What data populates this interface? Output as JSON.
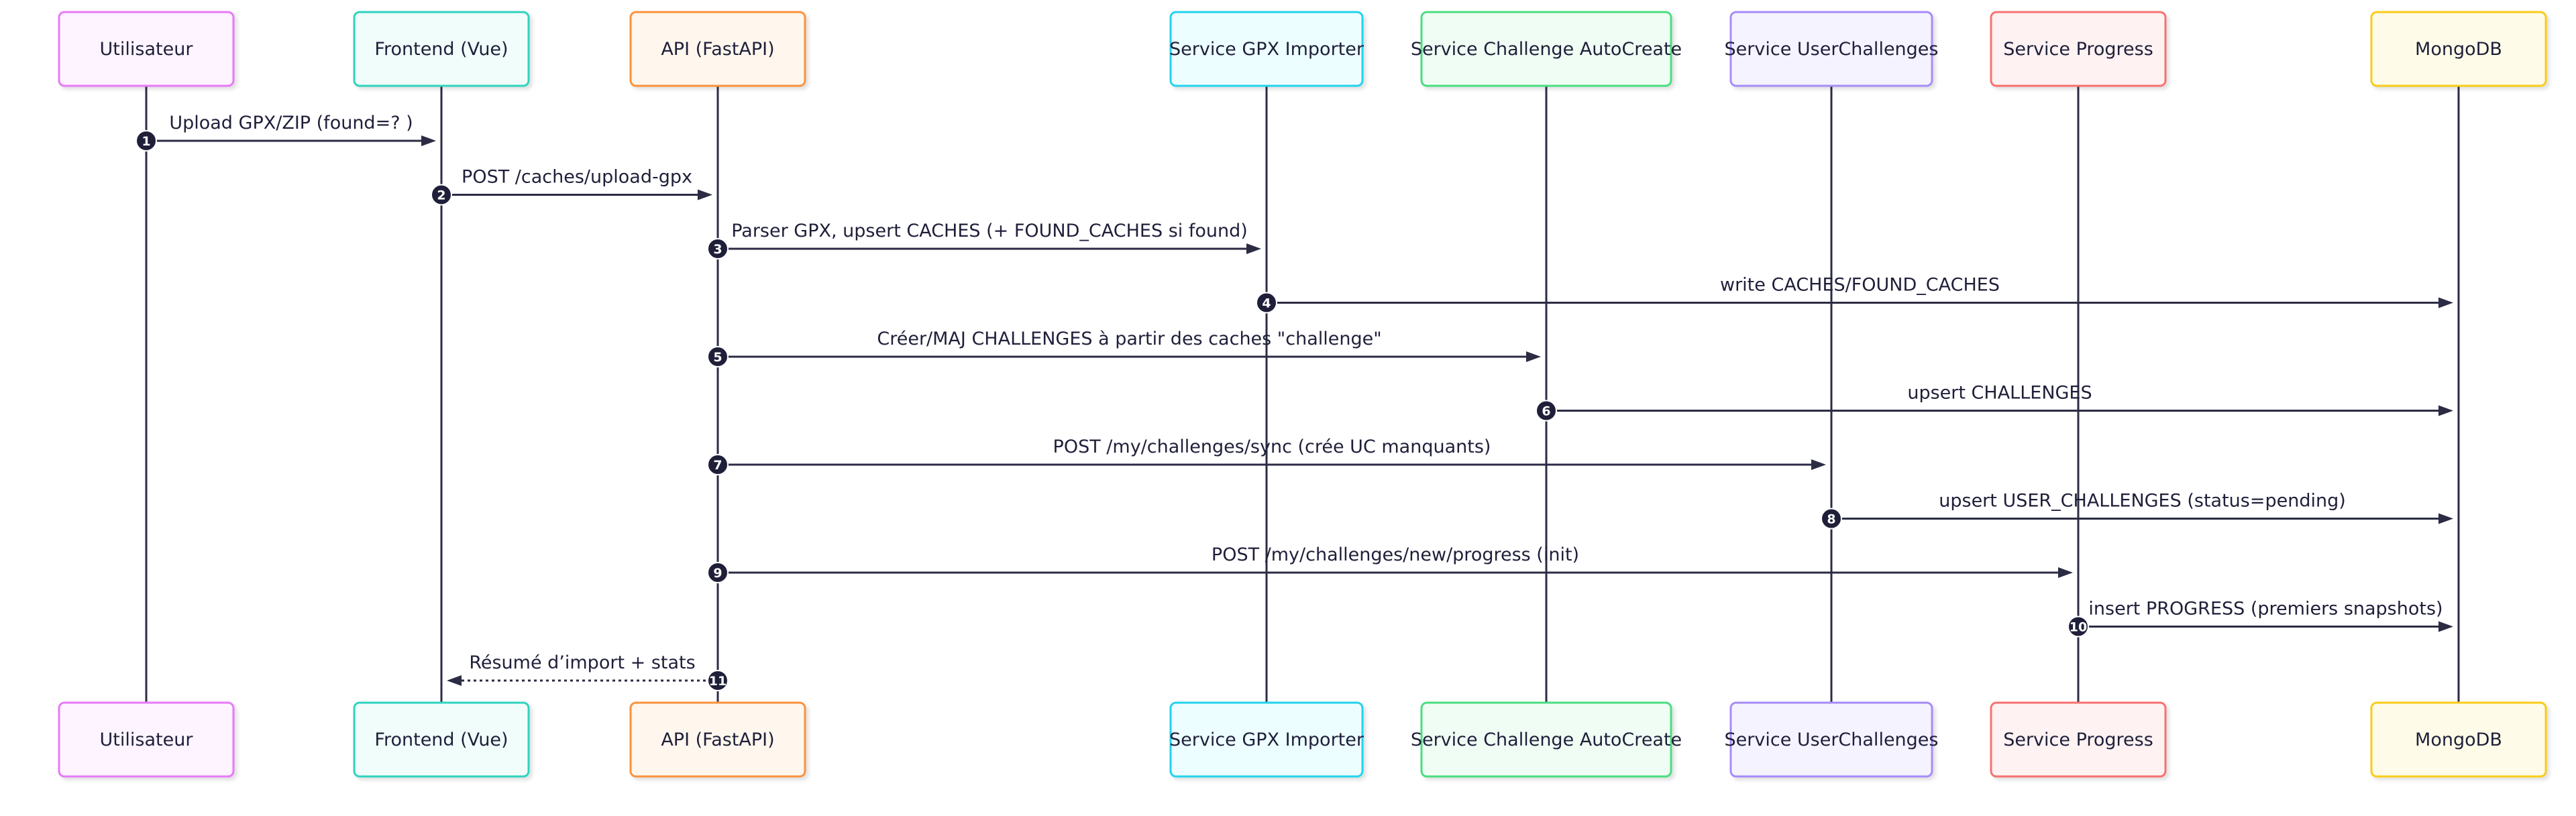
{
  "diagram": {
    "participants": [
      {
        "id": "user",
        "label": "Utilisateur",
        "border": "#e879f9",
        "fill": "#fdf4ff"
      },
      {
        "id": "frontend",
        "label": "Frontend (Vue)",
        "border": "#2dd4bf",
        "fill": "#f0fdfa"
      },
      {
        "id": "api",
        "label": "API (FastAPI)",
        "border": "#fb923c",
        "fill": "#fff7ed"
      },
      {
        "id": "gpx",
        "label": "Service GPX Importer",
        "border": "#22d3ee",
        "fill": "#ecfeff"
      },
      {
        "id": "autocreate",
        "label": "Service Challenge AutoCreate",
        "border": "#4ade80",
        "fill": "#f0fdf4"
      },
      {
        "id": "userchallenges",
        "label": "Service UserChallenges",
        "border": "#a78bfa",
        "fill": "#f5f3ff"
      },
      {
        "id": "progress",
        "label": "Service Progress",
        "border": "#f87171",
        "fill": "#fef2f2"
      },
      {
        "id": "mongodb",
        "label": "MongoDB",
        "border": "#facc15",
        "fill": "#fefce8"
      }
    ],
    "messages": [
      {
        "number": "1",
        "from": "user",
        "to": "frontend",
        "label": "Upload GPX/ZIP (found=? )",
        "style": "solid"
      },
      {
        "number": "2",
        "from": "frontend",
        "to": "api",
        "label": "POST /caches/upload-gpx",
        "style": "solid"
      },
      {
        "number": "3",
        "from": "api",
        "to": "gpx",
        "label": "Parser GPX, upsert CACHES (+ FOUND_CACHES si found)",
        "style": "solid"
      },
      {
        "number": "4",
        "from": "gpx",
        "to": "mongodb",
        "label": "write CACHES/FOUND_CACHES",
        "style": "solid"
      },
      {
        "number": "5",
        "from": "api",
        "to": "autocreate",
        "label": "Créer/MAJ CHALLENGES à partir des caches \"challenge\"",
        "style": "solid"
      },
      {
        "number": "6",
        "from": "autocreate",
        "to": "mongodb",
        "label": "upsert CHALLENGES",
        "style": "solid"
      },
      {
        "number": "7",
        "from": "api",
        "to": "userchallenges",
        "label": "POST /my/challenges/sync (crée UC manquants)",
        "style": "solid"
      },
      {
        "number": "8",
        "from": "userchallenges",
        "to": "mongodb",
        "label": "upsert USER_CHALLENGES (status=pending)",
        "style": "solid"
      },
      {
        "number": "9",
        "from": "api",
        "to": "progress",
        "label": "POST /my/challenges/new/progress (init)",
        "style": "solid"
      },
      {
        "number": "10",
        "from": "progress",
        "to": "mongodb",
        "label": "insert PROGRESS (premiers snapshots)",
        "style": "solid"
      },
      {
        "number": "11",
        "from": "api",
        "to": "frontend",
        "label": "Résumé d’import + stats",
        "style": "dotted"
      }
    ]
  }
}
